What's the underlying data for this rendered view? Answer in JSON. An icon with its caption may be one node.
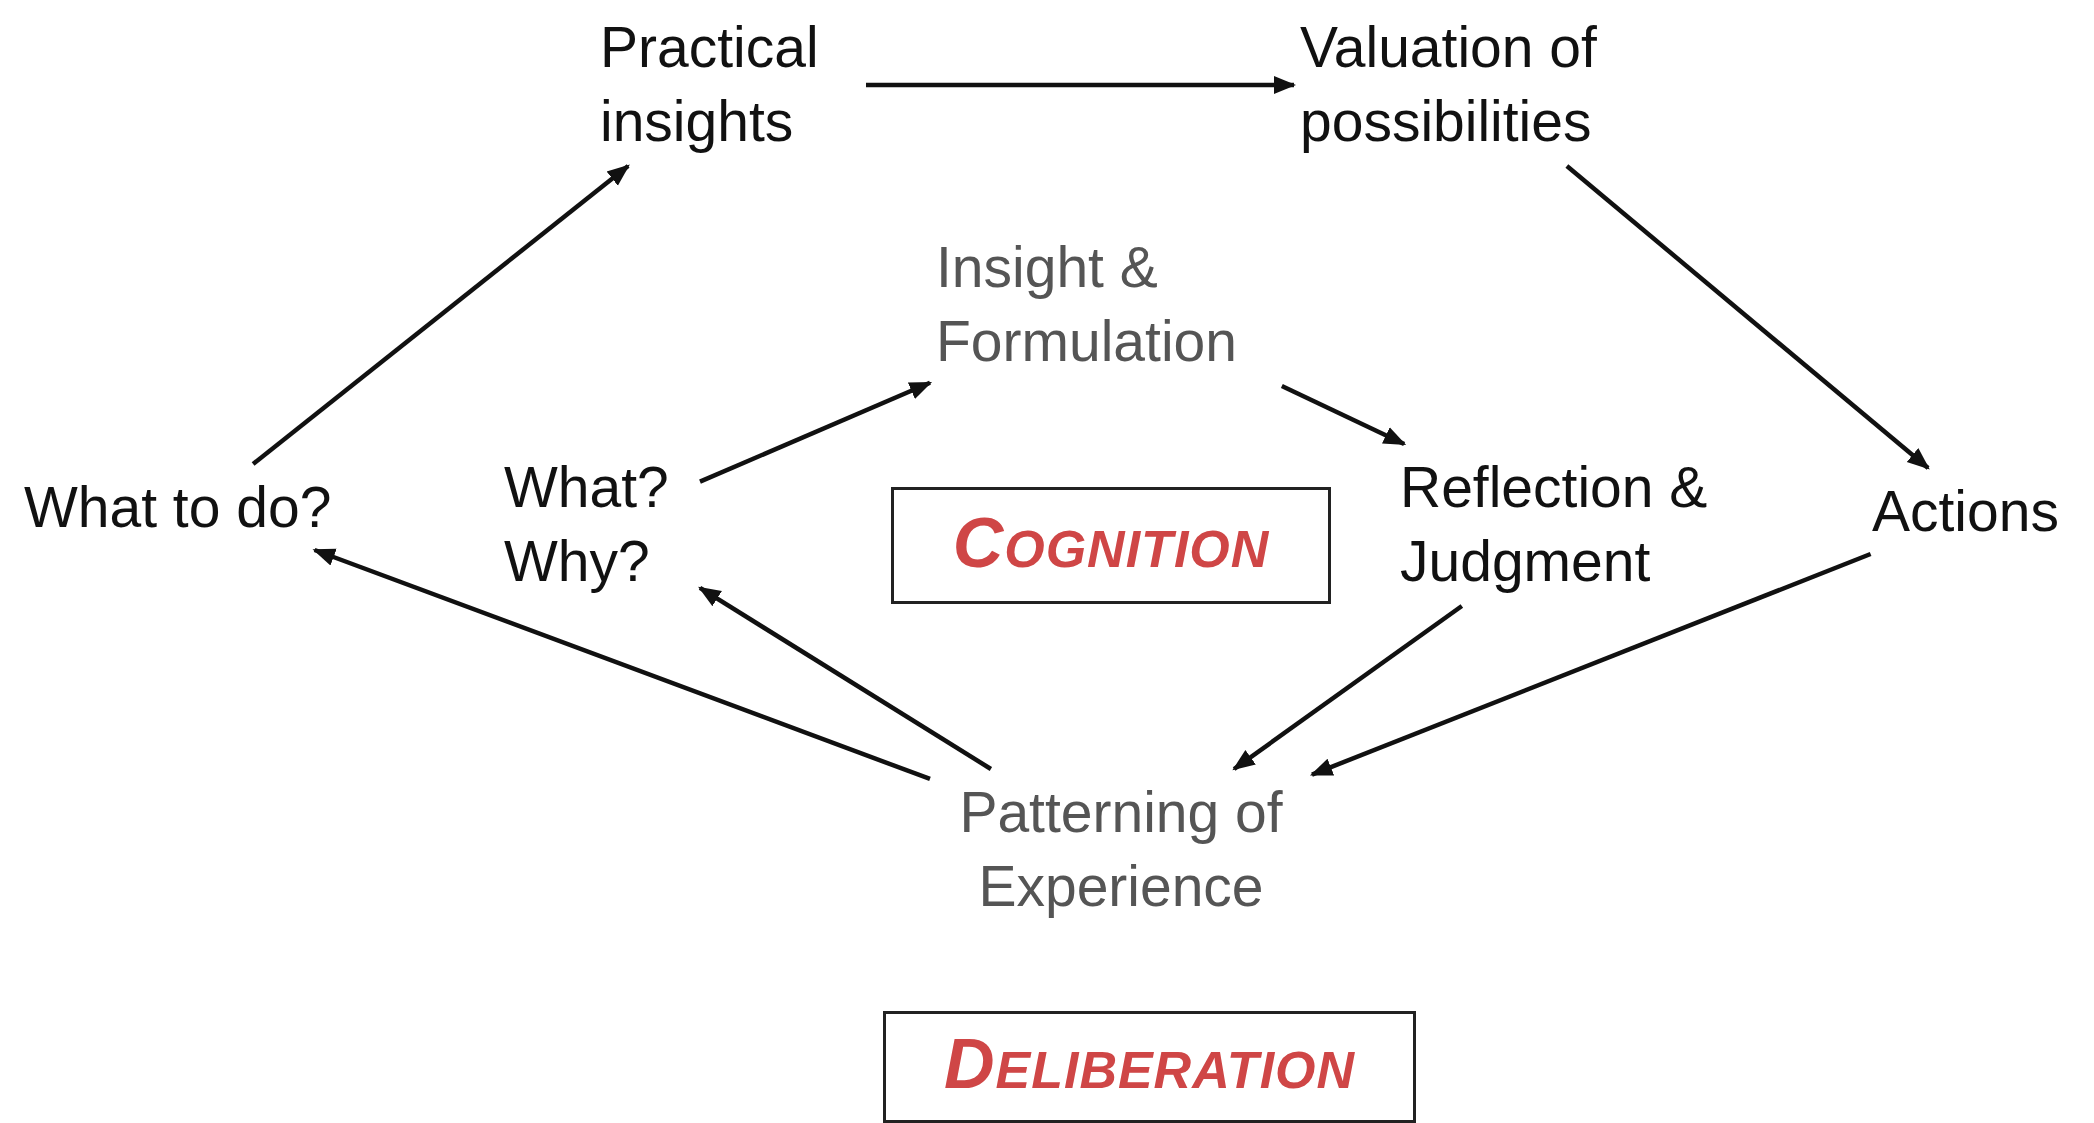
{
  "diagram": {
    "nodes": [
      {
        "text": [
          "Practical insights"
        ]
      },
      {
        "text": [
          "Valuation of possibilities"
        ]
      },
      {
        "text": [
          "Insight & Formulation"
        ]
      },
      {
        "text": [
          "What to do?"
        ]
      },
      {
        "text": [
          "What? Why?"
        ]
      },
      {
        "text": [
          "COGNITION"
        ]
      },
      {
        "text": [
          "Reflection & Judgment"
        ]
      },
      {
        "text": [
          "Actions"
        ]
      },
      {
        "text": [
          "Patterning of Experience"
        ]
      },
      {
        "text": [
          "DELIBERATION"
        ]
      }
    ],
    "edges": [
      {
        "from": 0,
        "to": 1,
        "arrow": "to"
      },
      {
        "from": 1,
        "to": 7,
        "arrow": "to"
      },
      {
        "from": 7,
        "to": 8,
        "arrow": "to"
      },
      {
        "from": 6,
        "to": 8,
        "arrow": "to"
      },
      {
        "from": 8,
        "to": 4,
        "arrow": "to"
      },
      {
        "from": 8,
        "to": 3,
        "arrow": "to"
      },
      {
        "from": 3,
        "to": 0,
        "arrow": "to"
      },
      {
        "from": 4,
        "to": 2,
        "arrow": "to"
      },
      {
        "from": 2,
        "to": 6,
        "arrow": "to"
      }
    ]
  }
}
